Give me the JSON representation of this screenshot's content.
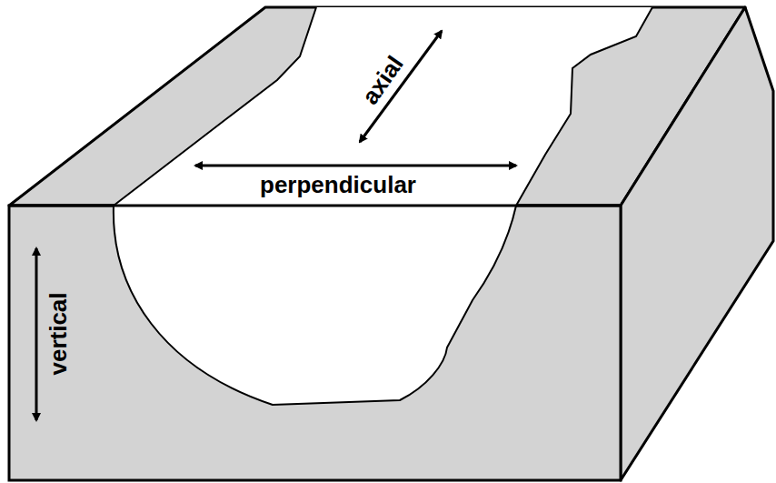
{
  "diagram": {
    "labels": [
      "axial",
      "perpendicular",
      "vertical"
    ]
  }
}
